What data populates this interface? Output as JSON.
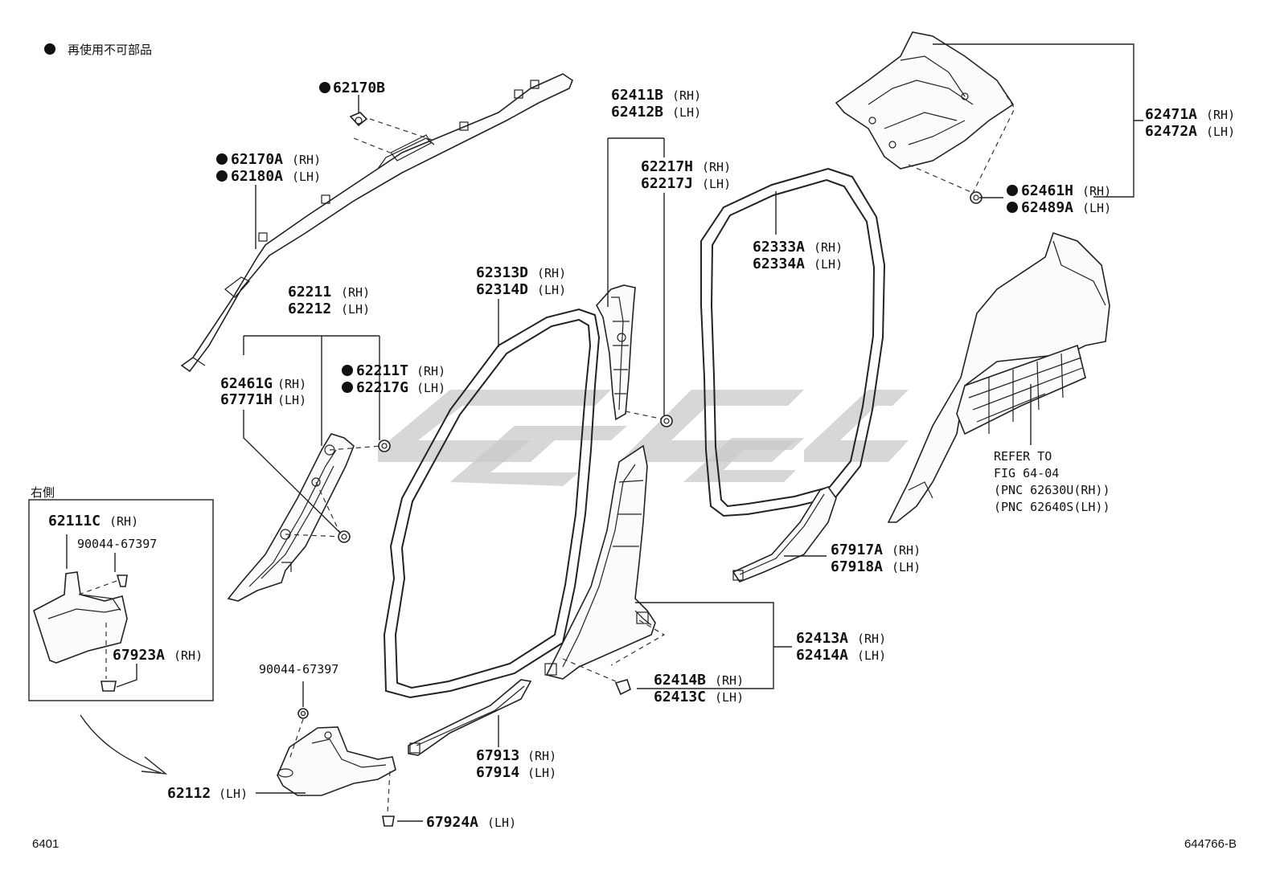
{
  "legend": {
    "symbol": "●",
    "text": "再使用不可部品"
  },
  "inset": {
    "title": "右側"
  },
  "footer": {
    "left_code": "6401",
    "right_code": "644766-B"
  },
  "refer_note": [
    "REFER TO",
    "FIG 64-04",
    "(PNC 62630U(RH))",
    "(PNC 62640S(LH))"
  ],
  "callouts": {
    "c62170B": {
      "dot": "●",
      "l1": "62170B"
    },
    "c62170A": {
      "dot": "●",
      "l1": "62170A",
      "s1": "(RH)",
      "dot2": "●",
      "l2": "62180A",
      "s2": "(LH)"
    },
    "c62211": {
      "l1": "62211",
      "s1": "(RH)",
      "l2": "62212",
      "s2": "(LH)"
    },
    "c62211T": {
      "dot": "●",
      "l1": "62211T",
      "s1": "(RH)",
      "dot2": "●",
      "l2": "62217G",
      "s2": "(LH)"
    },
    "c62461G": {
      "l1": "62461G",
      "s1": "(RH)",
      "l2": "67771H",
      "s2": "(LH)"
    },
    "c62313D": {
      "l1": "62313D",
      "s1": "(RH)",
      "l2": "62314D",
      "s2": "(LH)"
    },
    "c62411B": {
      "l1": "62411B",
      "s1": "(RH)",
      "l2": "62412B",
      "s2": "(LH)"
    },
    "c62217H": {
      "l1": "62217H",
      "s1": "(RH)",
      "l2": "62217J",
      "s2": "(LH)"
    },
    "c62333A": {
      "l1": "62333A",
      "s1": "(RH)",
      "l2": "62334A",
      "s2": "(LH)"
    },
    "c62471A": {
      "l1": "62471A",
      "s1": "(RH)",
      "l2": "62472A",
      "s2": "(LH)"
    },
    "c62461H": {
      "dot": "●",
      "l1": "62461H",
      "s1": "(RH)",
      "dot2": "●",
      "l2": "62489A",
      "s2": "(LH)"
    },
    "c62111C": {
      "l1": "62111C",
      "s1": "(RH)"
    },
    "c90044a": {
      "l1": "90044-67397"
    },
    "c67923A": {
      "l1": "67923A",
      "s1": "(RH)"
    },
    "c90044b": {
      "l1": "90044-67397"
    },
    "c62112": {
      "l1": "62112",
      "s1": "(LH)"
    },
    "c67924A": {
      "l1": "67924A",
      "s1": "(LH)"
    },
    "c67913": {
      "l1": "67913",
      "s1": "(RH)",
      "l2": "67914",
      "s2": "(LH)"
    },
    "c62413A": {
      "l1": "62413A",
      "s1": "(RH)",
      "l2": "62414A",
      "s2": "(LH)"
    },
    "c62414B": {
      "l1": "62414B",
      "s1": "(RH)",
      "l2": "62413C",
      "s2": "(LH)"
    },
    "c67917A": {
      "l1": "67917A",
      "s1": "(RH)",
      "l2": "67918A",
      "s2": "(LH)"
    }
  }
}
